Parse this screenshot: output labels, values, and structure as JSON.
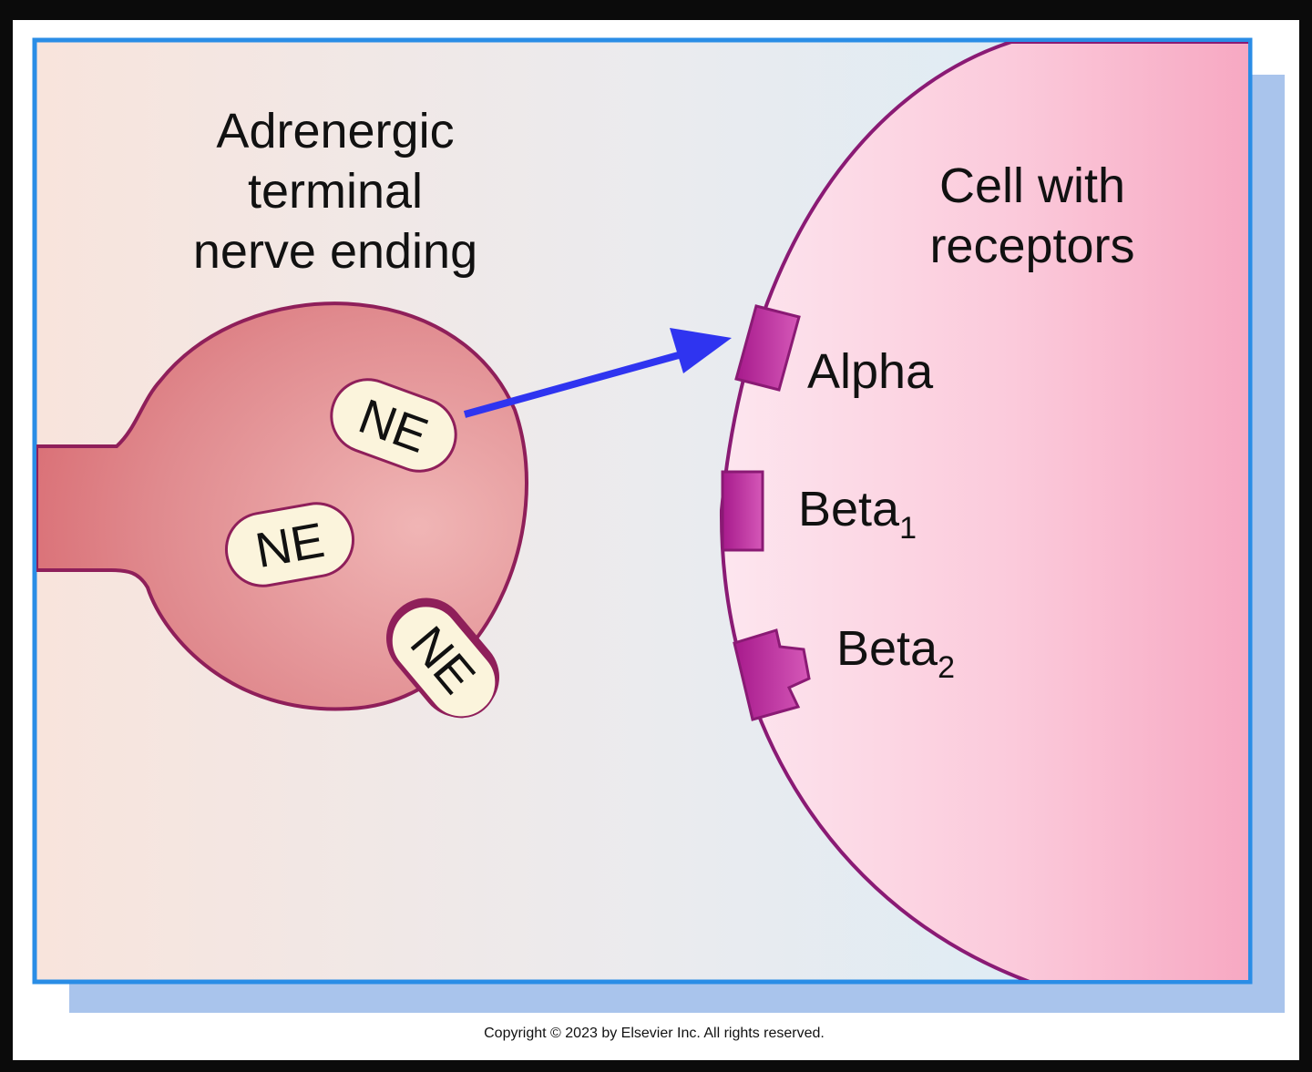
{
  "diagram": {
    "nerve_label_lines": [
      "Adrenergic",
      "terminal",
      "nerve ending"
    ],
    "cell_label_lines": [
      "Cell with",
      "receptors"
    ],
    "vesicles": [
      {
        "label": "NE"
      },
      {
        "label": "NE"
      },
      {
        "label": "NE"
      }
    ],
    "receptors": [
      {
        "name": "Alpha",
        "subscript": ""
      },
      {
        "name": "Beta",
        "subscript": "1"
      },
      {
        "name": "Beta",
        "subscript": "2"
      }
    ],
    "copyright": "Copyright © 2023 by Elsevier Inc. All rights reserved."
  },
  "colors": {
    "background": "#0b0b0b",
    "frame": "#ffffff",
    "panel_border": "#2a8de6",
    "panel_shadow": "#a9c4ec",
    "nerve_fill": "#d9707a",
    "nerve_outline": "#8f1f5a",
    "vesicle_fill": "#fbf4dc",
    "cell_fill": "#f8b9cf",
    "cell_outline": "#8a1a74",
    "receptor_fill": "#c42aa6",
    "arrow": "#2f34f0"
  }
}
